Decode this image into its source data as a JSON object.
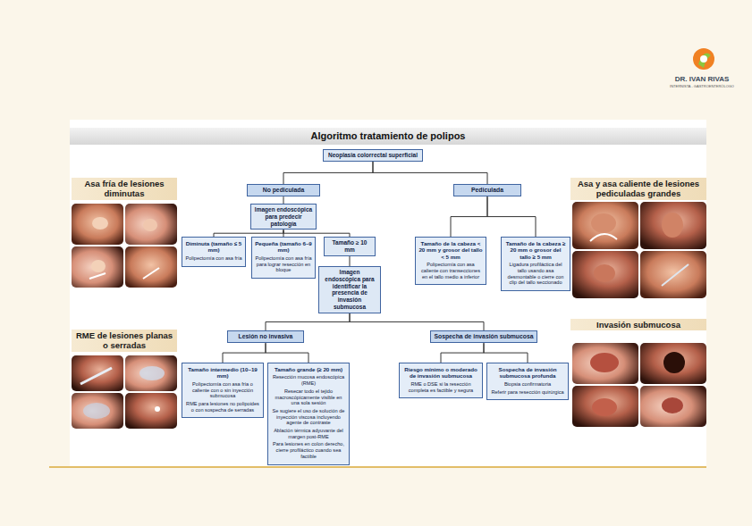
{
  "diagram": {
    "title": "Algoritmo tratamiento de polipos",
    "nodes": [
      {
        "text": [
          "Neoplasia colorrectal superficial"
        ]
      },
      {
        "text": [
          "No pediculada"
        ]
      },
      {
        "text": [
          "Pediculada"
        ]
      },
      {
        "text": [
          "Imagen endoscópica para predecir patología"
        ]
      },
      {
        "text": [
          "Diminuta (tamaño ≤ 5 mm)",
          "Polipectomía con asa fría"
        ]
      },
      {
        "text": [
          "Pequeña (tamaño 6–9 mm)",
          "Polipectomía con asa fría para lograr resección en bloque"
        ]
      },
      {
        "text": [
          "Tamaño ≥ 10 mm"
        ]
      },
      {
        "text": [
          "Tamaño de la cabeza < 20 mm y grosor del tallo < 5 mm",
          "Polipectomía con asa caliente con transecciones en el tallo medio a inferior"
        ]
      },
      {
        "text": [
          "Tamaño de la cabeza ≥ 20 mm o grosor del tallo ≥ 5 mm",
          "Ligadura profiláctica del tallo usando asa desmontable o cierre con clip del tallo seccionado"
        ]
      },
      {
        "text": [
          "Imagen endoscópica para identificar la presencia de invasión submucosa"
        ]
      },
      {
        "text": [
          "Lesión no invasiva"
        ]
      },
      {
        "text": [
          "Sospecha de invasión submucosa"
        ]
      },
      {
        "text": [
          "Tamaño intermedio (10–19 mm)",
          "Polipectomía con asa fría o caliente con o sin inyección submucosa",
          "RME para lesiones no polipoides o con sospecha de serradas"
        ]
      },
      {
        "text": [
          "Tamaño grande (≥ 20 mm)",
          "Resección mucosa endoscópica (RME)",
          "Resecar todo el tejido macroscópicamente visible en una sola sesión",
          "Se sugiere el uso de solución de inyección viscosa incluyendo agente de contraste",
          "Ablación térmica adyuvante del margen post-RME",
          "Para lesiones en colon derecho, cierre profiláctico cuando sea factible"
        ]
      },
      {
        "text": [
          "Riesgo mínimo o moderado de invasión submucosa",
          "RME o DSE si la resección completa es factible y segura"
        ]
      },
      {
        "text": [
          "Sospecha de invasión submucosa profunda",
          "Biopsia confirmatoria",
          "Referir para resección quirúrgica"
        ]
      },
      {
        "text": [
          "Asa fría de lesiones diminutas"
        ]
      },
      {
        "text": [
          "RME de lesiones planas o serradas"
        ]
      },
      {
        "text": [
          "Asa y asa caliente de lesiones pediculadas grandes"
        ]
      },
      {
        "text": [
          "Invasión submucosa"
        ]
      }
    ],
    "edges": [
      {
        "from": 0,
        "to": 1,
        "arrow": "none"
      },
      {
        "from": 0,
        "to": 2,
        "arrow": "none"
      },
      {
        "from": 1,
        "to": 3,
        "arrow": "none"
      },
      {
        "from": 3,
        "to": 4,
        "arrow": "none"
      },
      {
        "from": 3,
        "to": 5,
        "arrow": "none"
      },
      {
        "from": 3,
        "to": 6,
        "arrow": "none"
      },
      {
        "from": 2,
        "to": 7,
        "arrow": "none"
      },
      {
        "from": 2,
        "to": 8,
        "arrow": "none"
      },
      {
        "from": 6,
        "to": 9,
        "arrow": "none"
      },
      {
        "from": 9,
        "to": 10,
        "arrow": "none"
      },
      {
        "from": 9,
        "to": 11,
        "arrow": "none"
      },
      {
        "from": 10,
        "to": 12,
        "arrow": "none"
      },
      {
        "from": 10,
        "to": 13,
        "arrow": "none"
      },
      {
        "from": 11,
        "to": 14,
        "arrow": "none"
      },
      {
        "from": 11,
        "to": 15,
        "arrow": "none"
      }
    ],
    "labels": [
      "DR. IVAN RIVAS",
      "INTERNISTA - GASTROENTERÓLOGO"
    ]
  }
}
